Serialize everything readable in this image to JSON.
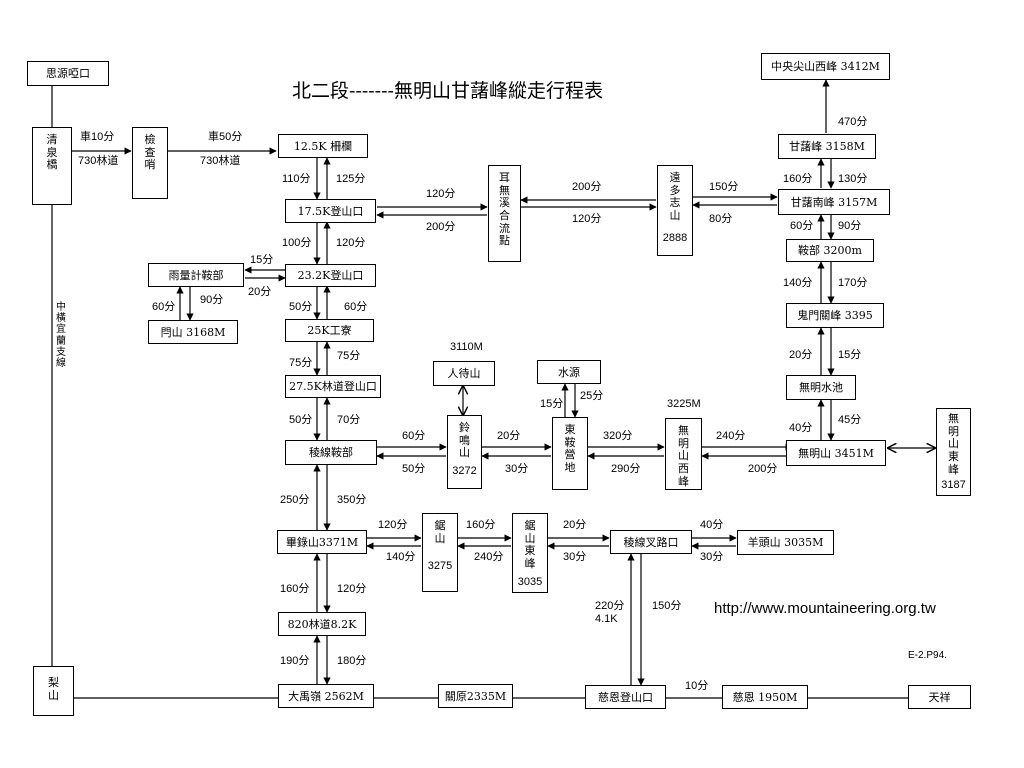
{
  "title": "北二段-------無明山甘藷峰縱走行程表",
  "website": "http://www.mountaineering.org.tw",
  "page_ref": "E-2.P94.",
  "side_route": "中橫宜蘭支線",
  "nodes": {
    "siyuan": "思源啞口",
    "qingquan": "清泉橋",
    "jianchashao": "檢查哨",
    "k12_5": "12.5K 柵欄",
    "k17_5": "17.5K登山口",
    "erwuxi": "耳無溪合流點",
    "yuanduozhi": "遠多志山",
    "yuanduozhi_alt": "2888",
    "zhongyangjian": "中央尖山西峰 3412M",
    "ganshu": "甘藷峰  3158M",
    "ganshu_nan": "甘藷南峰 3157M",
    "anbu": "鞍部  3200m",
    "guimen": "鬼門關峰 3395",
    "wuming_pool": "無明水池",
    "wuming": "無明山 3451M",
    "wuming_east": "無明山東峰",
    "wuming_east_alt": "3187",
    "yuliang": "雨量計鞍部",
    "menshan": "閂山 3168M",
    "k23_2": "23.2K登山口",
    "k25": "25K工寮",
    "k27_5": "27.5K林道登山口",
    "renshi": "人待山",
    "renshi_alt": "3110M",
    "lingming": "鈴鳴山",
    "lingming_alt": "3272",
    "shuiyuan": "水源",
    "dongan": "東鞍營地",
    "wuming_west": "無明山西峰",
    "wuming_west_alt": "3225M",
    "lengxian_anbu": "稜線鞍部",
    "bilu": "畢錄山3371M",
    "jushan": "鋸山",
    "jushan_alt": "3275",
    "jushan_east": "鋸山東峰",
    "jushan_east_alt": "3035",
    "chalu": "稜線叉路口",
    "yangtou": "羊頭山 3035M",
    "k8_2": "820林道8.2K",
    "lishan": "梨山",
    "dayuling": "大禹嶺 2562M",
    "guanyuan": "關原2335M",
    "cien_trail": "慈恩登山口",
    "cien": "慈恩 1950M",
    "tianxiang": "天祥"
  },
  "labels": {
    "car10": "車10分",
    "car50": "車50分",
    "road730a": "730林道",
    "road730b": "730林道",
    "e110": "110分",
    "e125": "125分",
    "e120a": "120分",
    "e200a": "200分",
    "e200b": "200分",
    "e120b": "120分",
    "e150a": "150分",
    "e80": "80分",
    "e470": "470分",
    "e160a": "160分",
    "e130": "130分",
    "e60a": "60分",
    "e90a": "90分",
    "e140a": "140分",
    "e170": "170分",
    "e20a": "20分",
    "e15a": "15分",
    "e40a": "40分",
    "e45": "45分",
    "e240a": "240分",
    "e200c": "200分",
    "e100": "100分",
    "e120c": "120分",
    "e15b": "15分",
    "e20b": "20分",
    "e60b": "60分",
    "e90b": "90分",
    "e50a": "50分",
    "e60c": "60分",
    "e75a": "75分",
    "e75b": "75分",
    "e50b": "50分",
    "e70": "70分",
    "e60d": "60分",
    "e50c": "50分",
    "e20c": "20分",
    "e30a": "30分",
    "e15c": "15分",
    "e25": "25分",
    "e320": "320分",
    "e290": "290分",
    "e250": "250分",
    "e350": "350分",
    "e120d": "120分",
    "e140b": "140分",
    "e160b": "160分",
    "e240b": "240分",
    "e20d": "20分",
    "e30b": "30分",
    "e40b": "40分",
    "e30c": "30分",
    "e220": "220分",
    "e4_1k": "4.1K",
    "e150b": "150分",
    "e160c": "160分",
    "e120e": "120分",
    "e190": "190分",
    "e180": "180分",
    "e10": "10分"
  }
}
